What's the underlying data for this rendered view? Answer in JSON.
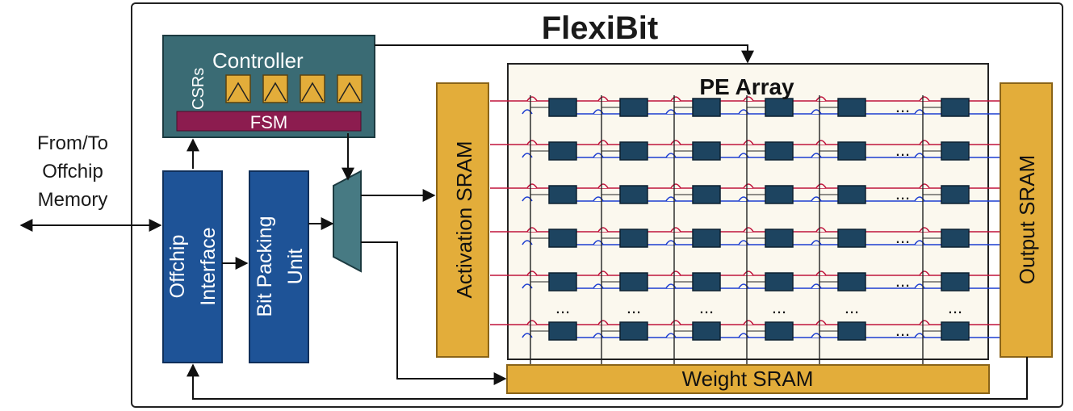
{
  "title": "FlexiBit",
  "external": {
    "line1": "From/To",
    "line2": "Offchip",
    "line3": "Memory"
  },
  "controller": {
    "label": "Controller",
    "csrs_label": "CSRs",
    "fsm_label": "FSM",
    "csr_count": 4
  },
  "offchip_interface": {
    "line1": "Offchip",
    "line2": "Interface"
  },
  "bit_packing_unit": {
    "line1": "Bit Packing",
    "line2": "Unit"
  },
  "activation_sram": {
    "label": "Activation SRAM"
  },
  "pe_array": {
    "label": "PE Array",
    "ellipsis": "...",
    "rows_shown": 6,
    "cols_shown": 6
  },
  "output_sram": {
    "label": "Output SRAM"
  },
  "weight_sram": {
    "label": "Weight SRAM"
  },
  "colors": {
    "controller": "#3a6b74",
    "fsm": "#8c1c4f",
    "csr": "#e3ad3a",
    "interface_blue": "#1e5397",
    "mux": "#477a83",
    "sram_gold": "#e3ad3a",
    "pe_fill": "#1d4460",
    "pe_array_bg": "#fbf8ee",
    "row_wire_red": "#c0143c",
    "col_wire_blue": "#1d3ed1"
  }
}
